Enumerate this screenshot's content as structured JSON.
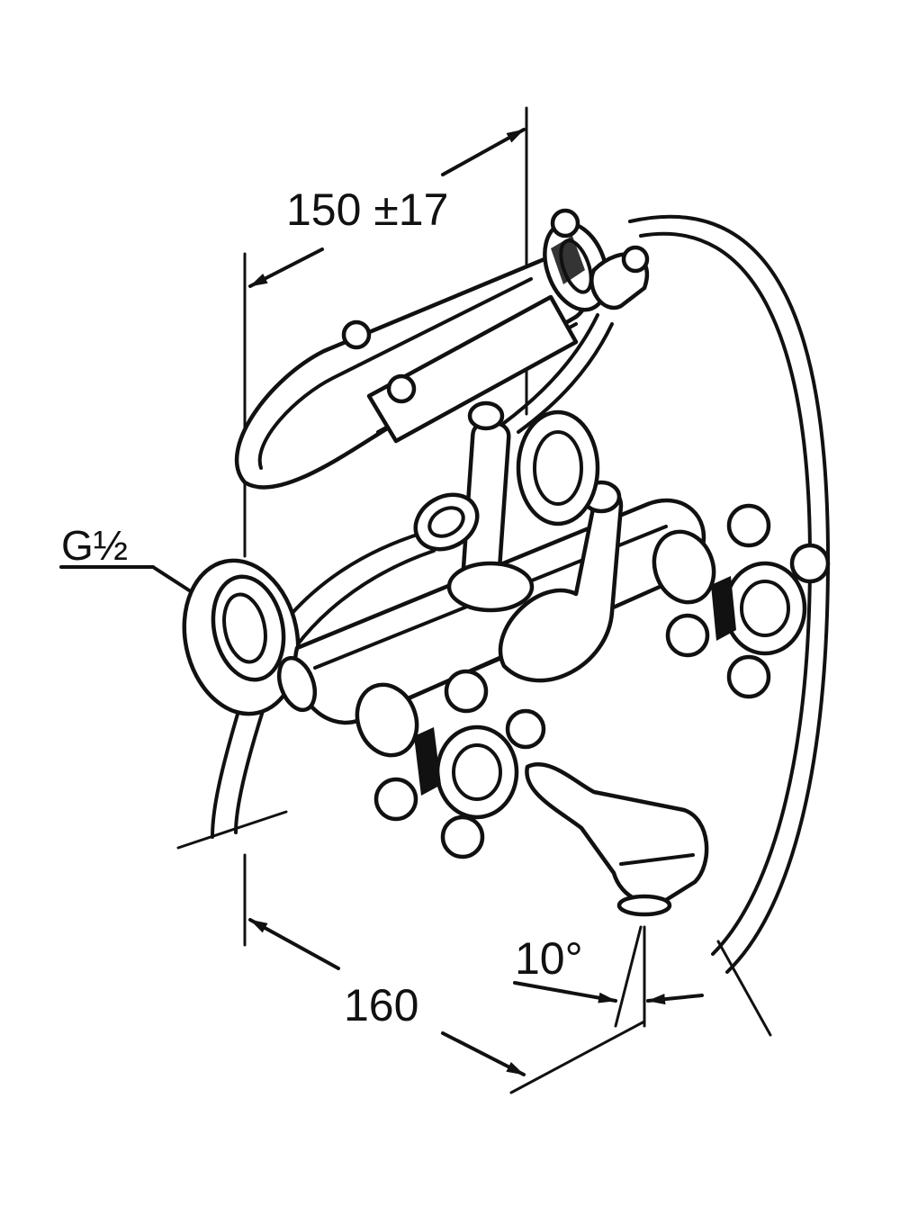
{
  "dimensions": {
    "hand_shower_projection": "150 ±17",
    "inlet_thread": "G½",
    "spout_projection": "160",
    "spout_angle": "10°"
  },
  "colors": {
    "ink": "#111111",
    "background": "#ffffff"
  }
}
